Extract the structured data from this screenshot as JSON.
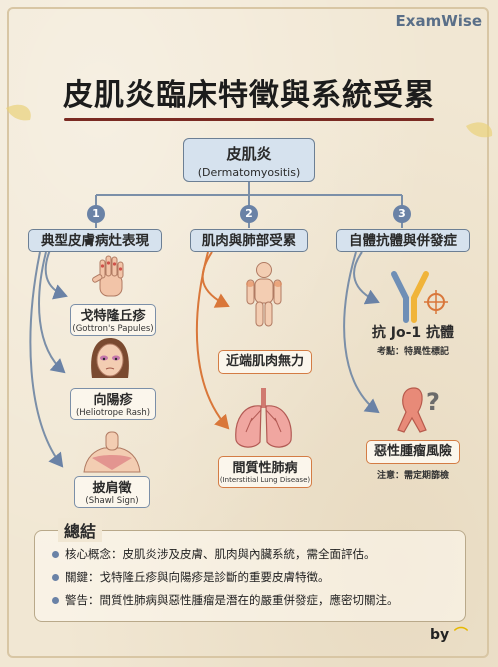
{
  "brand": "ExamWise",
  "title": "皮肌炎臨床特徵與系統受累",
  "root": {
    "zh": "皮肌炎",
    "en": "(Dermatomyositis)"
  },
  "categories": [
    {
      "num": "1",
      "label": "典型皮膚病灶表現"
    },
    {
      "num": "2",
      "label": "肌肉與肺部受累"
    },
    {
      "num": "3",
      "label": "自體抗體與併發症"
    }
  ],
  "skin_signs": [
    {
      "zh": "戈特隆丘疹",
      "en": "(Gottron's Papules)",
      "icon": "hand-icon"
    },
    {
      "zh": "向陽疹",
      "en": "(Heliotrope Rash)",
      "icon": "face-icon"
    },
    {
      "zh": "披肩徵",
      "en": "(Shawl Sign)",
      "icon": "shoulders-icon"
    }
  ],
  "muscle_lung": [
    {
      "zh": "近端肌肉無力",
      "en": "",
      "icon": "body-icon"
    },
    {
      "zh": "間質性肺病",
      "en": "(Interstitial Lung Disease)",
      "icon": "lungs-icon"
    }
  ],
  "antibody": [
    {
      "zh": "抗 Jo-1 抗體",
      "sub": "考點：特異性標記",
      "icon": "antibody-icon"
    },
    {
      "zh": "惡性腫瘤風險",
      "sub": "注意：需定期篩檢",
      "icon": "ribbon-icon"
    }
  ],
  "summary": {
    "title": "總結",
    "items": [
      "核心概念：皮肌炎涉及皮膚、肌肉與內臟系統，需全面評估。",
      "關鍵：戈特隆丘疹與向陽疹是診斷的重要皮膚特徵。",
      "警告：間質性肺病與惡性腫瘤是潛在的嚴重併發症，應密切關注。"
    ]
  },
  "signature": "by",
  "colors": {
    "blue_accent": "#6a82a6",
    "orange_accent": "#d9773a",
    "title_rule": "#7a2a22",
    "box_fill": "#d6e2ee"
  }
}
